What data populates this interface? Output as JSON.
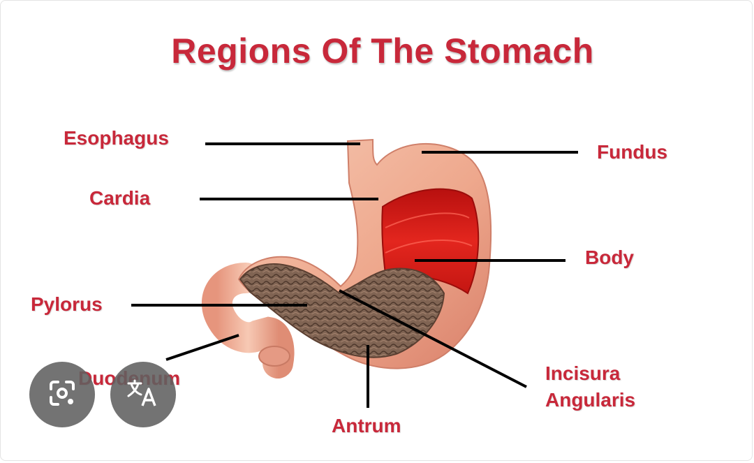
{
  "title": "Regions Of The Stomach",
  "labels": {
    "esophagus": "Esophagus",
    "cardia": "Cardia",
    "pylorus": "Pylorus",
    "duodenum": "Duodenum",
    "fundus": "Fundus",
    "body": "Body",
    "incisura": "Incisura",
    "angularis": "Angularis",
    "antrum": "Antrum"
  },
  "colors": {
    "label_red": "#c8283a",
    "leader_line": "#000000",
    "tissue": "#f0b39a",
    "lumen_red": "#e0201b",
    "rugae_brown": "#7c5b48"
  },
  "overlay_buttons": {
    "lens_icon": "google-lens-icon",
    "translate_icon": "translate-icon"
  }
}
